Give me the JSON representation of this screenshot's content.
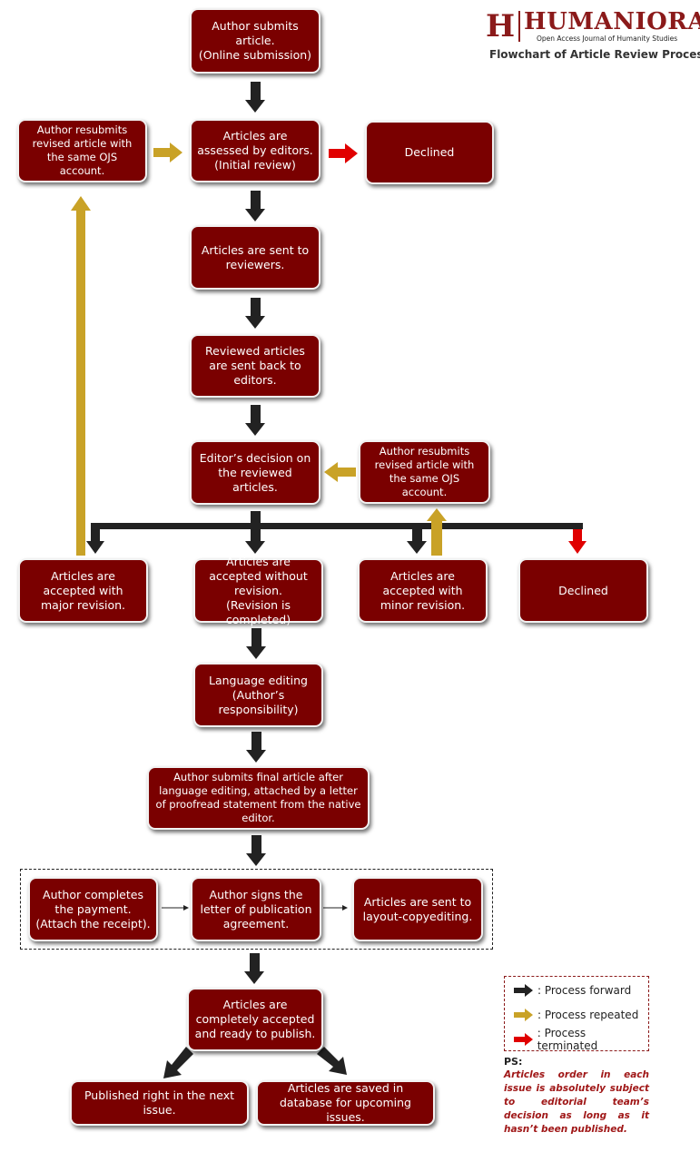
{
  "header": {
    "logo_mark": "H",
    "journal_name": "HUMANIORA",
    "journal_subtitle": "Open Access Journal of Humanity Studies",
    "caption": "Flowchart of Article Review Process"
  },
  "colors": {
    "box_fill": "#7a0000",
    "forward_arrow": "#222222",
    "repeat_arrow": "#c9a227",
    "terminate_arrow": "#e00000"
  },
  "nodes": {
    "submit": "Author submits article.\n(Online submission)",
    "resubmit_major": "Author resubmits revised article with the same OJS account.",
    "initial_review": "Articles are assessed by editors.\n(Initial review)",
    "declined_initial": "Declined",
    "sent_reviewers": "Articles are sent to reviewers.",
    "reviewed_back": "Reviewed articles are sent back to editors.",
    "editor_decision": "Editor’s decision on the reviewed articles.",
    "resubmit_minor": "Author resubmits revised article with the same OJS account.",
    "major_revision": "Articles are accepted with major revision.",
    "accepted_no_revision": "Articles are accepted without revision.\n(Revision is completed)",
    "minor_revision": "Articles are accepted with minor revision.",
    "declined_final": "Declined",
    "language_editing": "Language editing\n(Author’s responsibility)",
    "final_article": "Author submits final article after language editing, attached by a letter of proofread statement from the native editor.",
    "payment": "Author completes the payment.\n(Attach the receipt).",
    "agreement": "Author signs the letter of publication agreement.",
    "layout": "Articles are sent to layout-copyediting.",
    "ready_publish": "Articles are completely accepted and ready to publish.",
    "published_next": "Published right in the next issue.",
    "saved_database": "Articles are saved in database for upcoming issues."
  },
  "legend": {
    "forward": ": Process forward",
    "repeated": ": Process repeated",
    "terminated": ": Process terminated"
  },
  "ps": {
    "title": "PS:",
    "text": "Articles order in each issue is absolutely subject to editorial team’s decision as long as it hasn’t been published."
  }
}
